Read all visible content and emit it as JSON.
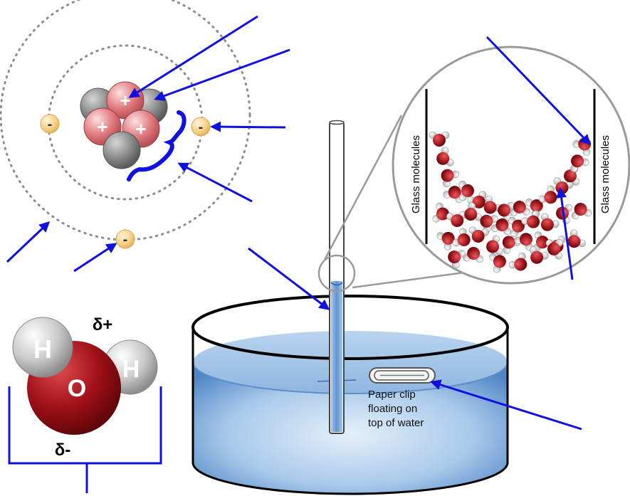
{
  "atom": {
    "proton_sign": "+",
    "electron_sign": "-",
    "colors": {
      "proton": "#e07b80",
      "neutron": "#8a8a8a",
      "electron": "#f6cf84",
      "orbit": "#8c8c8c"
    }
  },
  "water_molecule": {
    "oxygen_label": "O",
    "hydrogen_label": "H",
    "partial_positive": "δ+",
    "partial_negative": "δ-",
    "colors": {
      "oxygen": "#a01018",
      "hydrogen": "#bdbdbd"
    }
  },
  "capillary": {
    "glass_label_left": "Glass molecules",
    "glass_label_right": "Glass molecules",
    "colors": {
      "water": "#6f9fd4",
      "tube": "#ffffff"
    }
  },
  "dish": {
    "paper_clip_label": [
      "Paper clip",
      "floating on",
      "top of water"
    ],
    "colors": {
      "water_light": "#dcebf8",
      "water_dark": "#4e86c6",
      "rim": "#000000"
    }
  },
  "pointer_color": "#1010e0"
}
